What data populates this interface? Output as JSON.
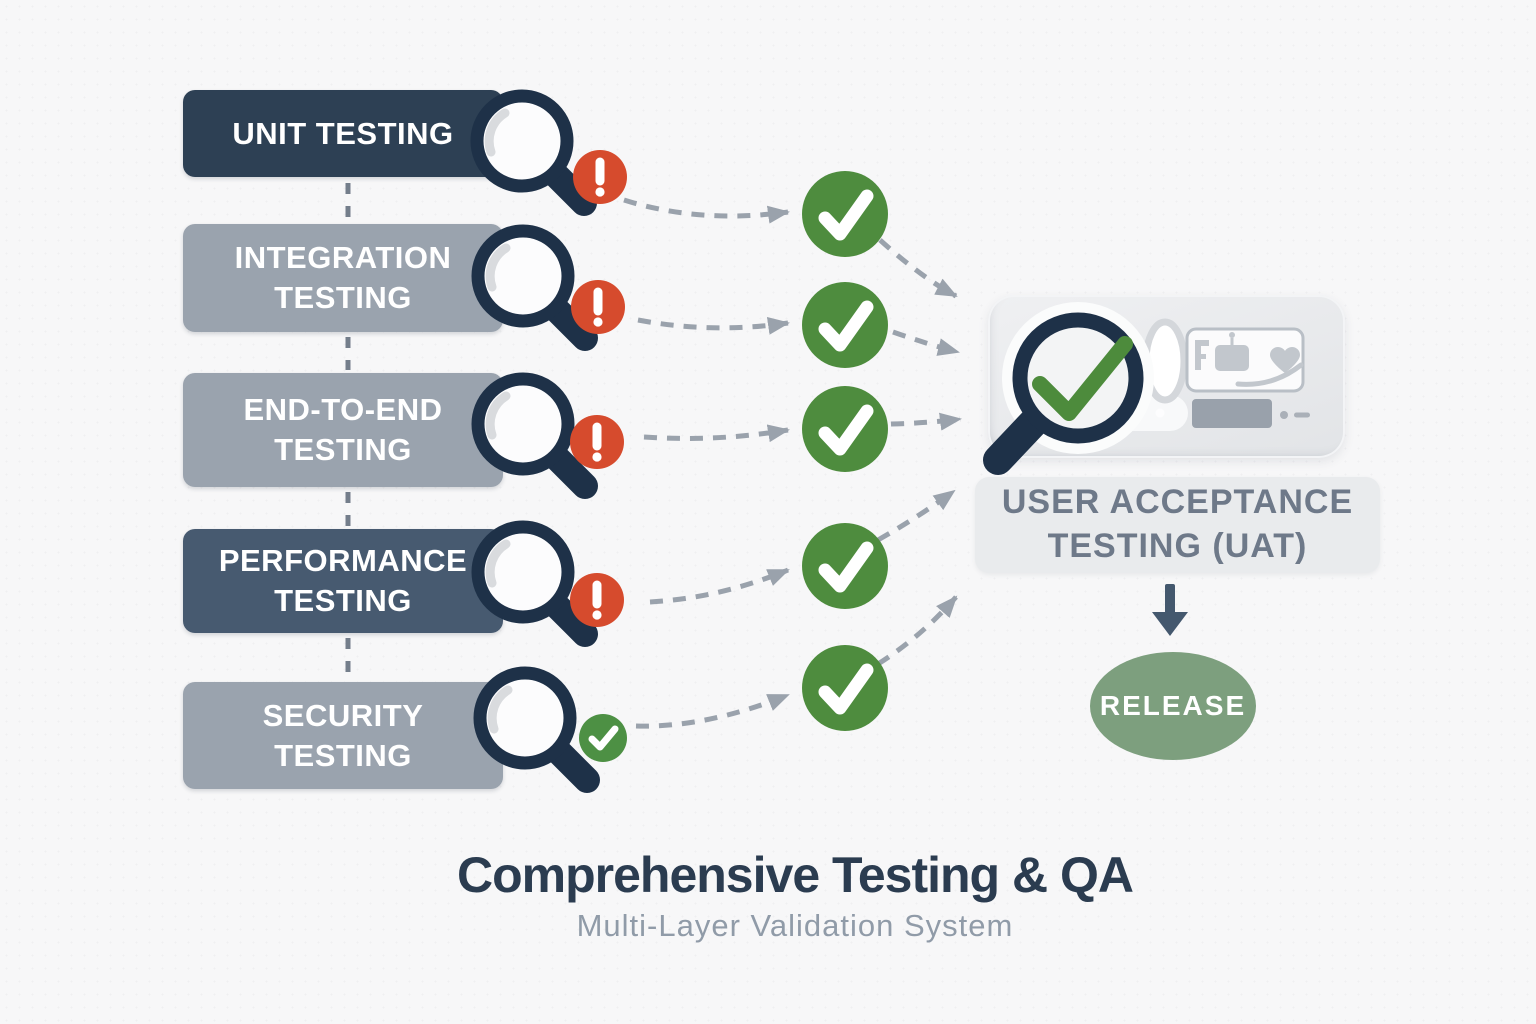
{
  "diagram": {
    "stages": [
      {
        "id": "unit-testing",
        "line1": "UNIT TESTING",
        "line2": "",
        "badge": "alert"
      },
      {
        "id": "integration-testing",
        "line1": "INTEGRATION",
        "line2": "TESTING",
        "badge": "alert"
      },
      {
        "id": "end-to-end-testing",
        "line1": "END-TO-END",
        "line2": "TESTING",
        "badge": "alert"
      },
      {
        "id": "performance-testing",
        "line1": "PERFORMANCE",
        "line2": "TESTING",
        "badge": "alert"
      },
      {
        "id": "security-testing",
        "line1": "SECURITY",
        "line2": "TESTING",
        "badge": "check"
      }
    ],
    "uat": {
      "line1": "USER ACCEPTANCE",
      "line2": "TESTING (UAT)"
    },
    "release_label": "RELEASE",
    "title": "Comprehensive Testing & QA",
    "subtitle": "Multi-Layer Validation System",
    "colors": {
      "navy_box": "#2d4054",
      "slate_box": "#475a70",
      "gray_box": "#9aa3ae",
      "alert_red": "#d64b2d",
      "check_green": "#4e8c3e",
      "release_green": "#7d9f7e",
      "magnifier_ring": "#1e3148",
      "panel_gray": "#e8eaec",
      "uat_text": "#6e7989",
      "arrow_gray": "#9aa2ac",
      "title_navy": "#2b3c50",
      "subtitle_gray": "#909ba8"
    }
  }
}
